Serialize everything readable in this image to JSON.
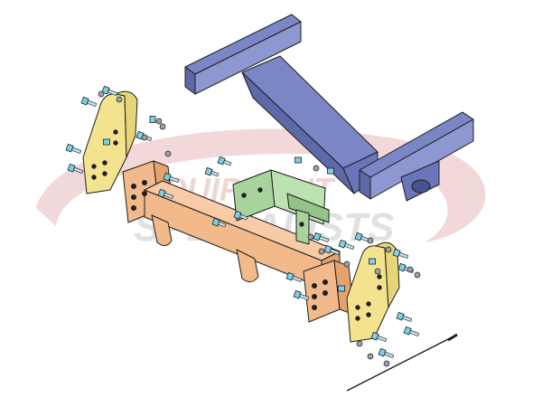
{
  "watermark": {
    "line1": "EQUIPMENT",
    "line2": "SPECIALISTS",
    "color_swoosh": "#e8b9b9",
    "color_line1": "#e6b3b3",
    "color_line2": "#c9c9c9"
  },
  "colors": {
    "crossmember_blue": "#7b86c6",
    "main_frame_orange": "#f2b98a",
    "side_bracket_yellow": "#f3e38f",
    "center_bracket_green": "#a9d39c",
    "bolt_cyan": "#7fd0e6",
    "nut_grey": "#9aa3ad",
    "outline": "#1e1e1e"
  },
  "parts": {
    "crossmember": "blue-crossmember",
    "main_frame": "orange-main-frame",
    "left_bracket": "yellow-left-bracket",
    "right_bracket": "yellow-right-bracket",
    "center_bracket": "green-center-bracket",
    "pin": "black-pin"
  }
}
